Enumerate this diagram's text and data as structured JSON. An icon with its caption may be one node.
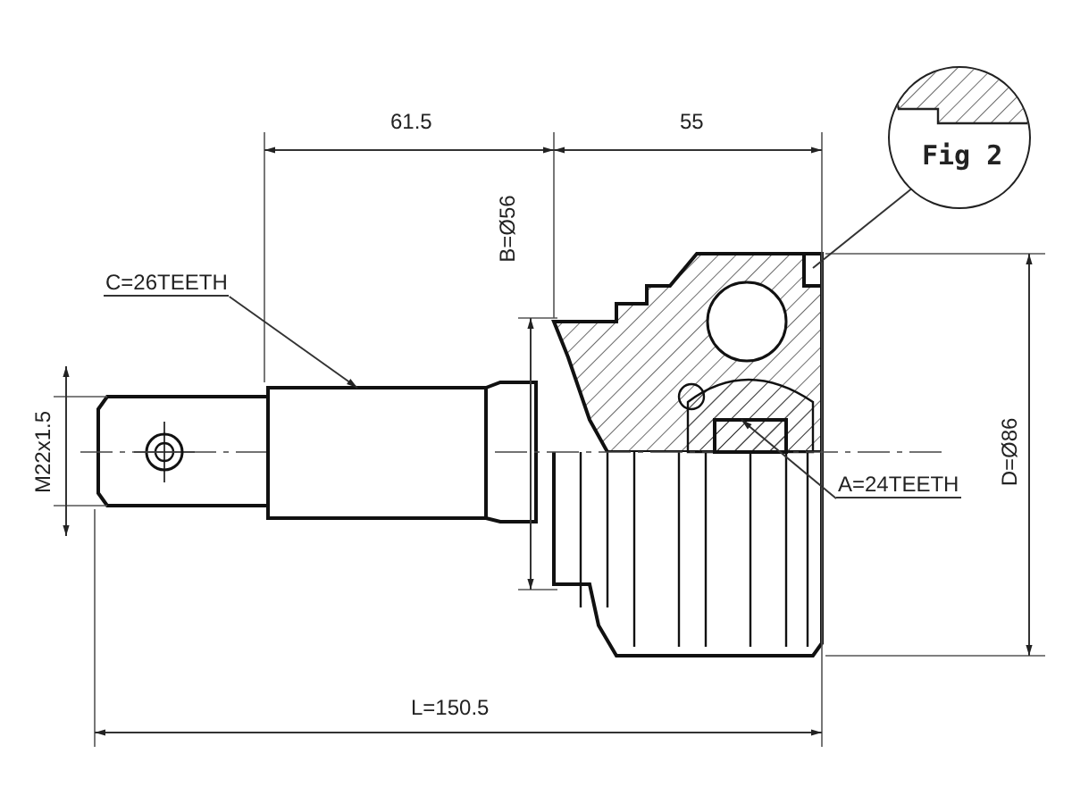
{
  "diagram": {
    "nodes": [
      {
        "text": [
          "C=26TEETH"
        ]
      },
      {
        "text": [],
        "shape": "box"
      },
      {
        "text": [
          "Fig 2"
        ]
      },
      {
        "text": [],
        "shape": "box"
      },
      {
        "text": [
          "A=24TEETH"
        ]
      },
      {
        "text": [],
        "shape": "box"
      }
    ],
    "edges": [
      {
        "from": 0,
        "to": 1,
        "arrow": "to"
      },
      {
        "from": 2,
        "to": 3,
        "arrow": "none"
      },
      {
        "from": 4,
        "to": 5,
        "arrow": "to"
      }
    ],
    "labels": [
      "61.5",
      "55",
      "B=Ø56",
      "M22x1.5",
      "D=Ø86",
      "L=150.5"
    ]
  }
}
